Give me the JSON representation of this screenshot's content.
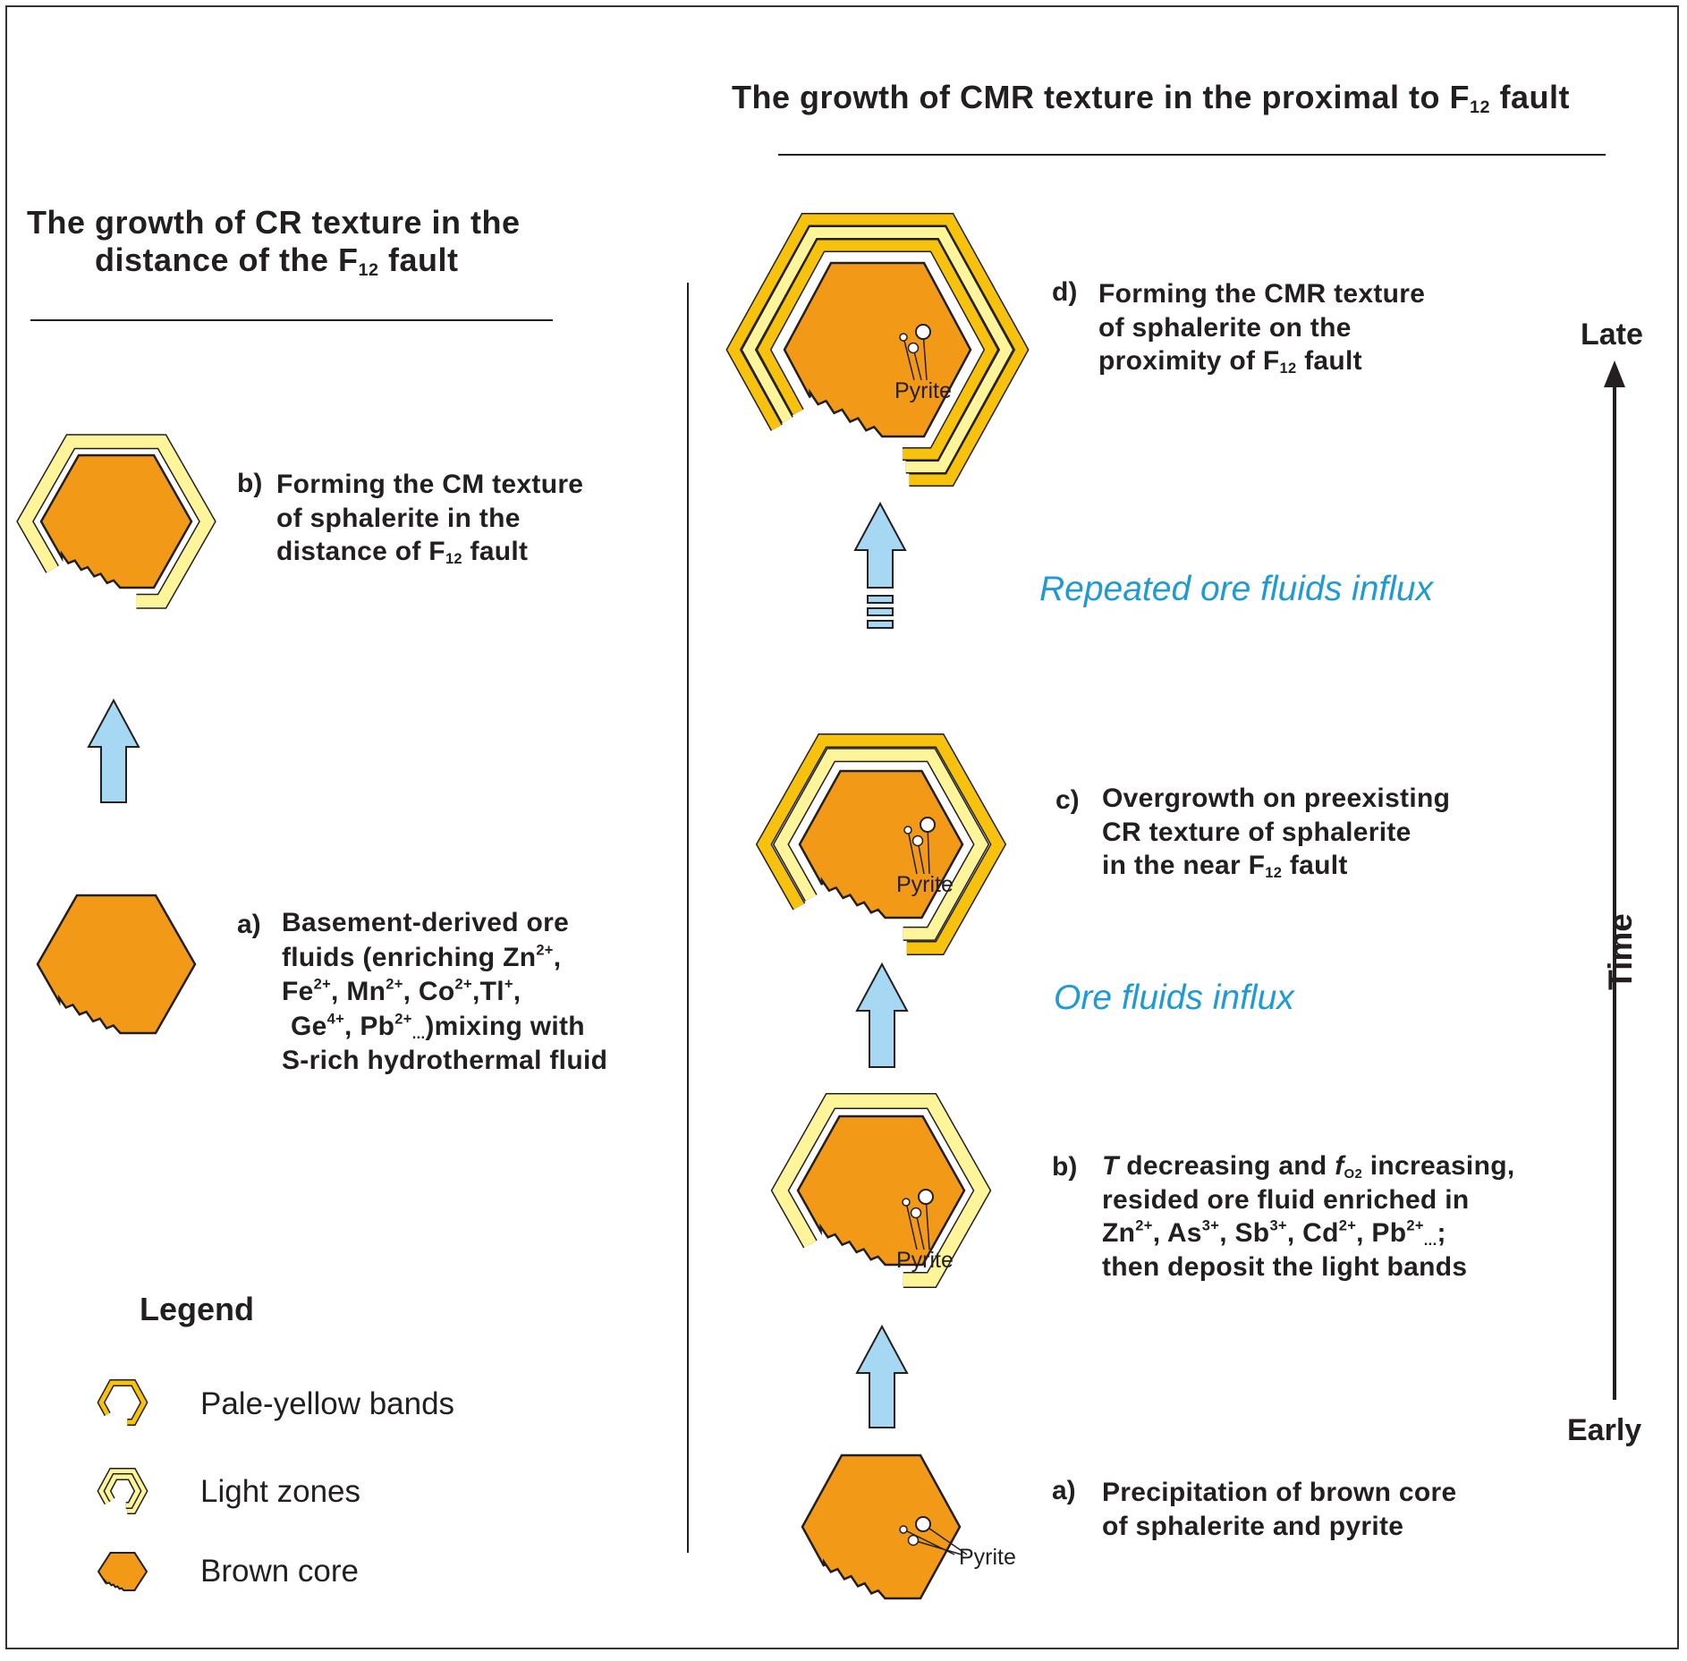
{
  "left": {
    "title_line1": "The growth of CR texture in the",
    "title_line2": "distance of the F",
    "title_sub": "12",
    "title_tail": " fault",
    "step_b": {
      "tag": "b)",
      "line1": "Forming the CM texture",
      "line2": "of sphalerite in the",
      "line3": "distance of F",
      "line3_sub": "12",
      "line3_tail": " fault"
    },
    "step_a": {
      "tag": "a)",
      "line1": "Basement-derived ore",
      "line2a": "fluids (enriching Zn",
      "line2a_sup": "2+",
      "line2a_tail": ",",
      "line3": "Fe",
      "line3_s1": "2+",
      "line3_t1": ", Mn",
      "line3_s2": "2+",
      "line3_t2": ", Co",
      "line3_s3": "2+",
      "line3_t3": ",Tl",
      "line3_s4": "+",
      "line3_t4": ",",
      "line4": "Ge",
      "line4_s1": "4+",
      "line4_t1": ", Pb",
      "line4_s2": "2+",
      "line4_sub": "...",
      "line4_tail": ")mixing with",
      "line5": "S-rich hydrothermal fluid"
    }
  },
  "right": {
    "title": "The growth of CMR texture in the proximal to F",
    "title_sub": "12",
    "title_tail": " fault",
    "step_d": {
      "tag": "d)",
      "line1": "Forming the CMR texture",
      "line2": "of sphalerite on the",
      "line3": "proximity of F",
      "line3_sub": "12",
      "line3_tail": " fault"
    },
    "step_c": {
      "tag": "c)",
      "line1": "Overgrowth on preexisting",
      "line2": "CR texture of sphalerite",
      "line3": "in the near F",
      "line3_sub": "12",
      "line3_tail": " fault"
    },
    "step_b": {
      "tag": "b)",
      "line1_T": "T",
      "line1_mid": " decreasing and ",
      "line1_f": "f",
      "line1_o2": "O2",
      "line1_tail": " increasing,",
      "line2": "resided ore fluid enriched in",
      "line3": "Zn",
      "line3_s1": "2+",
      "line3_t1": ",  As",
      "line3_s2": "3+",
      "line3_t2": ", Sb",
      "line3_s3": "3+",
      "line3_t3": ", Cd",
      "line3_s4": "2+",
      "line3_t4": ", Pb",
      "line3_s5": "2+",
      "line3_sub": "...",
      "line3_tail": ";",
      "line4": "then deposit the light bands"
    },
    "step_a": {
      "tag": "a)",
      "line1": "Precipitation of brown core",
      "line2": "of sphalerite and pyrite"
    },
    "repeated_influx": "Repeated ore fluids influx",
    "influx": "Ore fluids influx",
    "pyrite_label": "Pyrite"
  },
  "time_axis": {
    "late": "Late",
    "early": "Early",
    "label": "Time"
  },
  "legend": {
    "title": "Legend",
    "items": [
      {
        "label": "Pale-yellow bands"
      },
      {
        "label": "Light zones"
      },
      {
        "label": "Brown core"
      }
    ]
  },
  "colors": {
    "core": "#f29a17",
    "pale_yellow_band": "#f7c20d",
    "light_zone": "#fef49a",
    "arrow_fill": "#a7d8f3",
    "blue_text": "#1e9ad6",
    "ink": "#231f20"
  }
}
